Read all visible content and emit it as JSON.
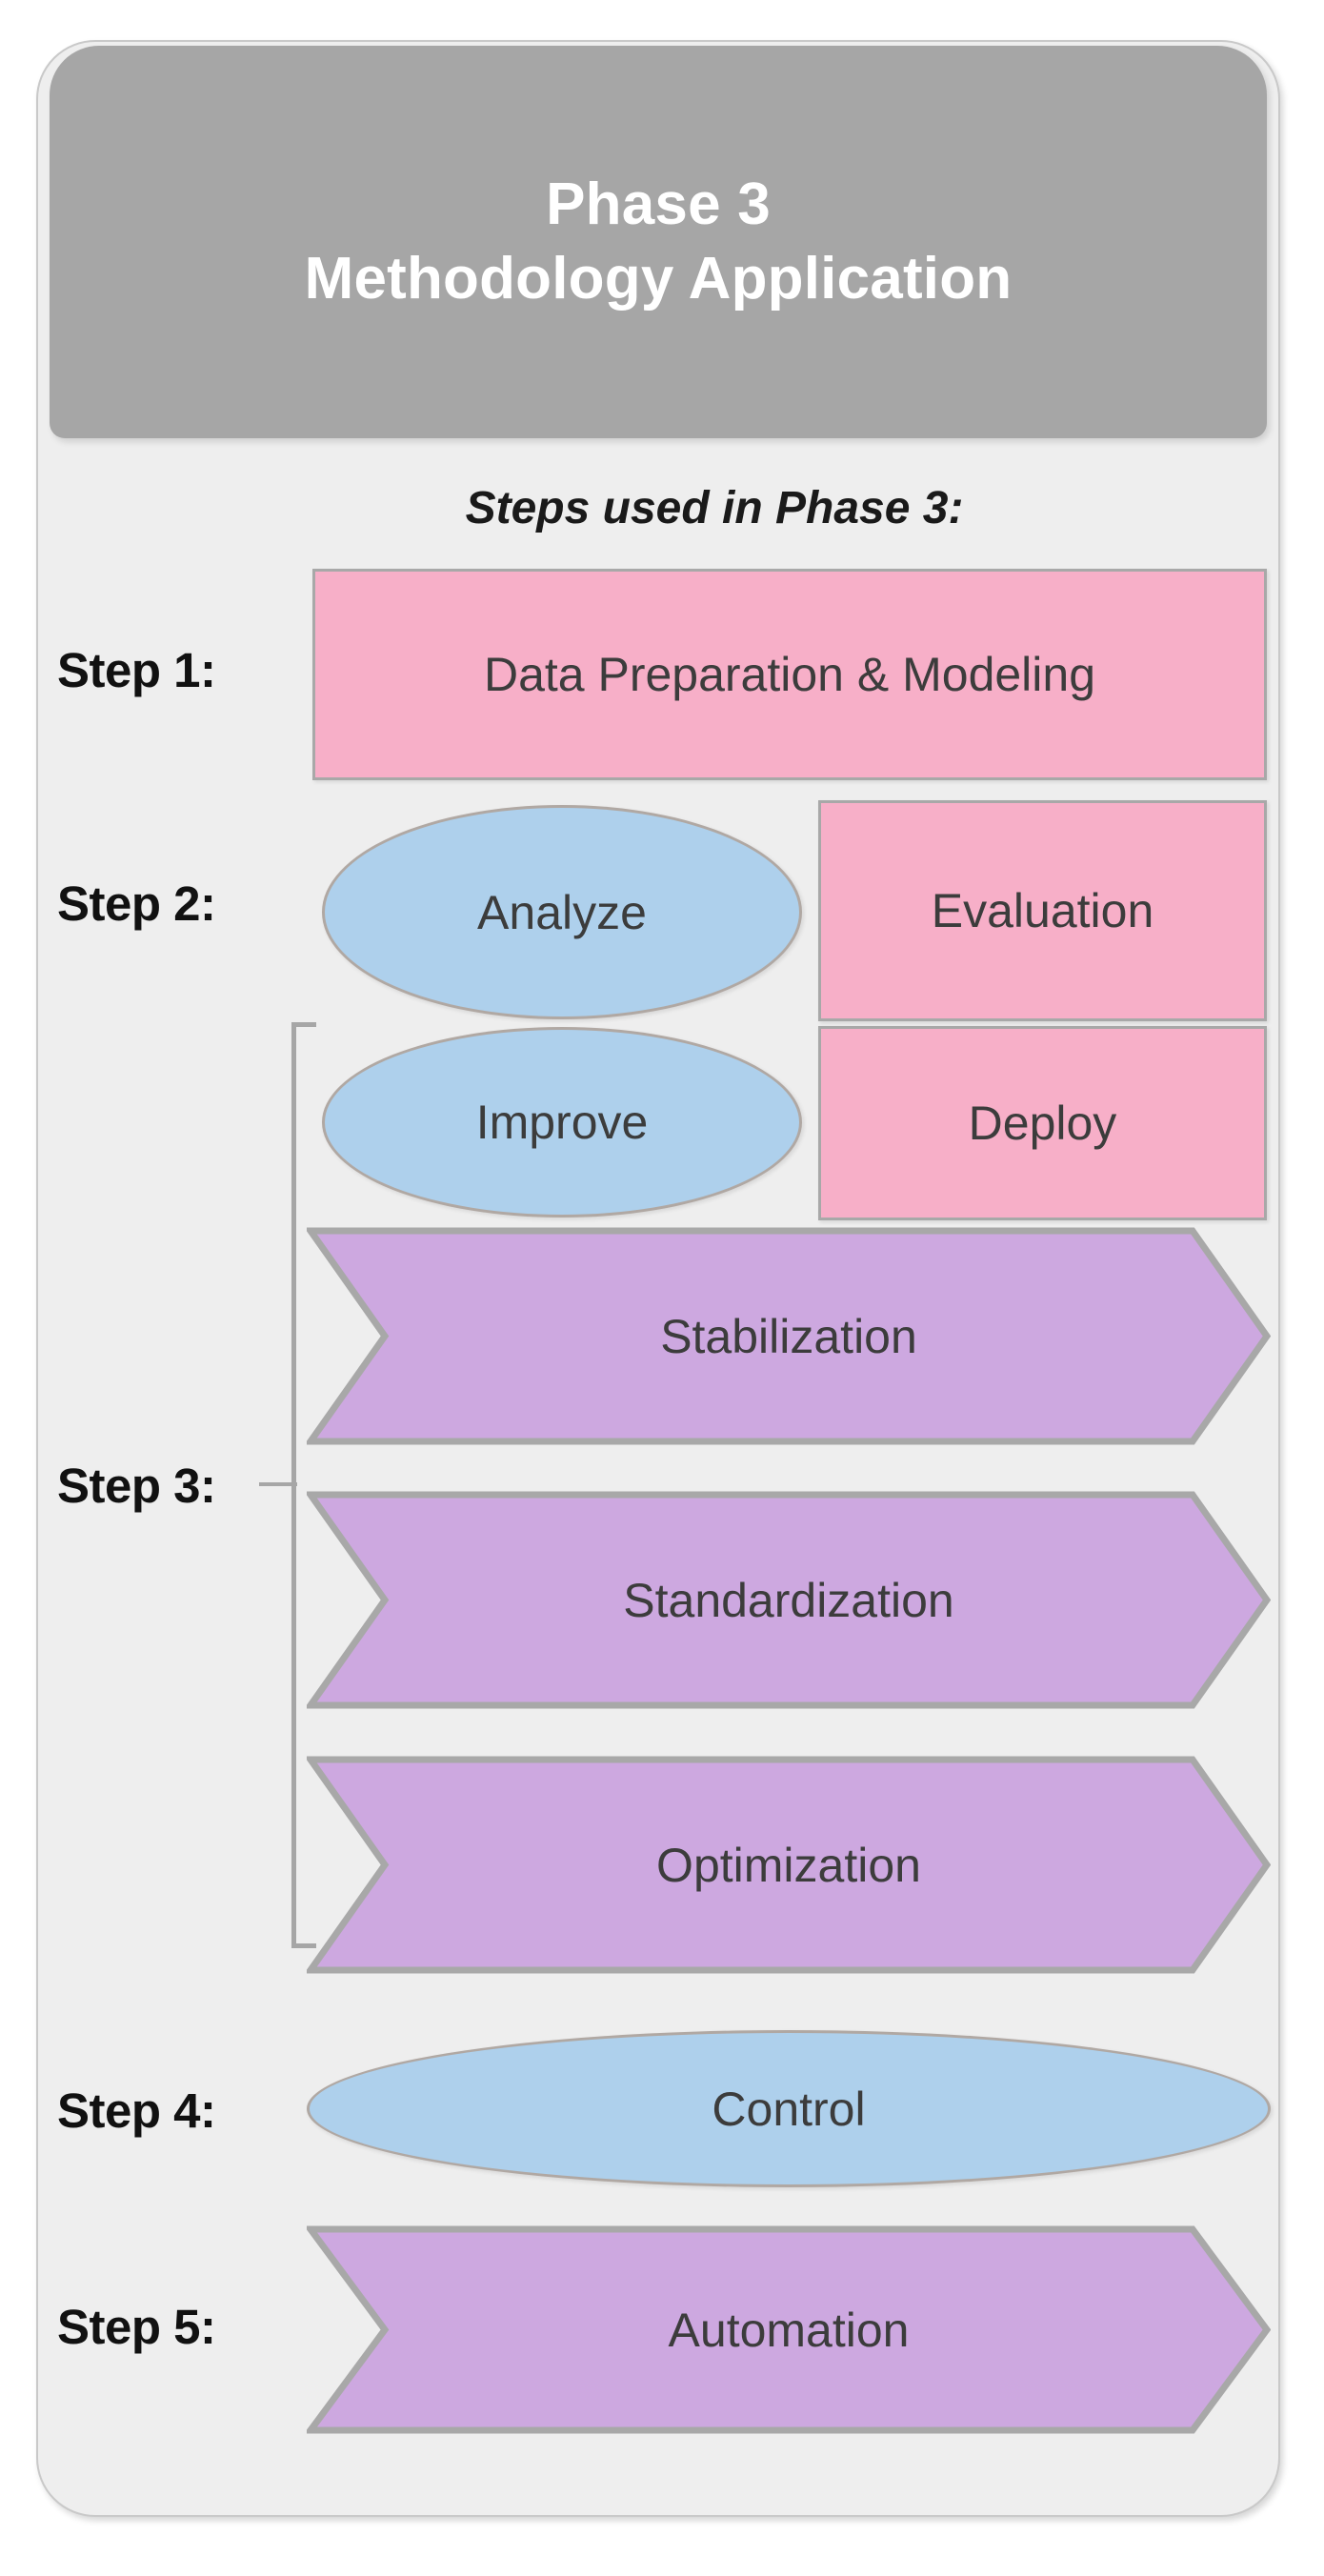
{
  "header": {
    "line1": "Phase 3",
    "line2": "Methodology Application",
    "background_color": "#a6a6a6",
    "text_color": "#ffffff"
  },
  "subtitle": "Steps used in Phase 3:",
  "colors": {
    "card_background": "#eeeeee",
    "card_border": "#c9c9c9",
    "pink": "#f7afc8",
    "blue": "#aed0ec",
    "purple": "#cda8e0",
    "shape_border": "#a8a8a8",
    "shape_text": "#3c3c3c",
    "label_text": "#111111"
  },
  "steps": [
    {
      "label": "Step 1:"
    },
    {
      "label": "Step 2:"
    },
    {
      "label": "Step 3:"
    },
    {
      "label": "Step 4:"
    },
    {
      "label": "Step 5:"
    }
  ],
  "shapes": {
    "data_preparation": {
      "text": "Data Preparation & Modeling",
      "shape": "rectangle",
      "color": "#f7afc8"
    },
    "analyze": {
      "text": "Analyze",
      "shape": "ellipse",
      "color": "#aed0ec"
    },
    "evaluation": {
      "text": "Evaluation",
      "shape": "rectangle",
      "color": "#f7afc8"
    },
    "improve": {
      "text": "Improve",
      "shape": "ellipse",
      "color": "#aed0ec"
    },
    "deploy": {
      "text": "Deploy",
      "shape": "rectangle",
      "color": "#f7afc8"
    },
    "stabilization": {
      "text": "Stabilization",
      "shape": "chevron",
      "color": "#cda8e0"
    },
    "standardization": {
      "text": "Standardization",
      "shape": "chevron",
      "color": "#cda8e0"
    },
    "optimization": {
      "text": "Optimization",
      "shape": "chevron",
      "color": "#cda8e0"
    },
    "control": {
      "text": "Control",
      "shape": "ellipse",
      "color": "#aed0ec"
    },
    "automation": {
      "text": "Automation",
      "shape": "chevron",
      "color": "#cda8e0"
    }
  }
}
